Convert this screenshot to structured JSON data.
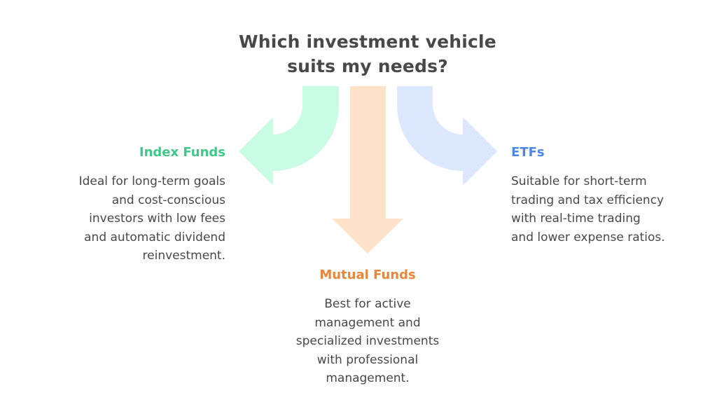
{
  "title": {
    "lines": [
      "Which investment vehicle",
      "suits my needs?"
    ]
  },
  "colors": {
    "index_arrow": "#C8FCE4",
    "mutual_arrow": "#FEE3CA",
    "etf_arrow": "#DCE8FE",
    "index_heading": "#3DC98A",
    "mutual_heading": "#E8873A",
    "etf_heading": "#4C86E8",
    "body_text": "#484848"
  },
  "options": {
    "index": {
      "heading": "Index Funds",
      "arrow": "curved-arrow-left-icon",
      "lines": [
        "Ideal for long-term goals",
        "and cost-conscious",
        "investors with low fees",
        "and automatic dividend",
        "reinvestment."
      ]
    },
    "mutual": {
      "heading": "Mutual Funds",
      "arrow": "arrow-down-icon",
      "lines": [
        "Best for active",
        "management and",
        "specialized investments",
        "with professional",
        "management."
      ]
    },
    "etf": {
      "heading": "ETFs",
      "arrow": "curved-arrow-right-icon",
      "lines": [
        "Suitable for short-term",
        "trading and tax efficiency",
        "with real-time trading",
        "and lower expense ratios."
      ]
    }
  }
}
